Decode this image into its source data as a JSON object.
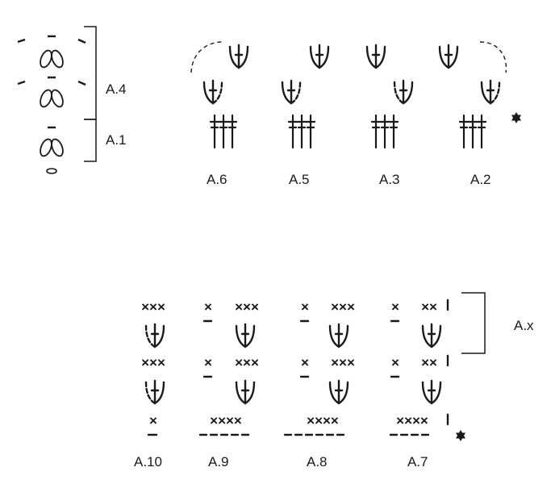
{
  "colors": {
    "ink": "#1a1a1a",
    "background": "#ffffff"
  },
  "brackets": {
    "a4": "A.4",
    "a1": "A.1",
    "ax": "A.x"
  },
  "top_charts": [
    "A.6",
    "A.5",
    "A.3",
    "A.2"
  ],
  "bottom_charts": [
    "A.10",
    "A.9",
    "A.8",
    "A.7"
  ],
  "symbols": {
    "fan": "fan-stitch",
    "trebles": "treble-crochet",
    "x": "double-crochet",
    "dash": "chain",
    "oval": "slip-stitch",
    "star": "star-marker",
    "arc": "chain-arc"
  }
}
